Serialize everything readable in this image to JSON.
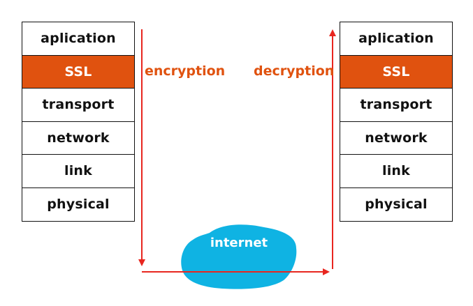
{
  "left_stack": {
    "layers": [
      "aplication",
      "SSL",
      "transport",
      "network",
      "link",
      "physical"
    ],
    "highlight_index": 1
  },
  "right_stack": {
    "layers": [
      "aplication",
      "SSL",
      "transport",
      "network",
      "link",
      "physical"
    ],
    "highlight_index": 1
  },
  "labels": {
    "encryption": "encryption",
    "decryption": "decryption",
    "internet": "internet"
  },
  "colors": {
    "highlight": "#e0520f",
    "arrow": "#e8261f",
    "cloud": "#0fb3e3"
  }
}
